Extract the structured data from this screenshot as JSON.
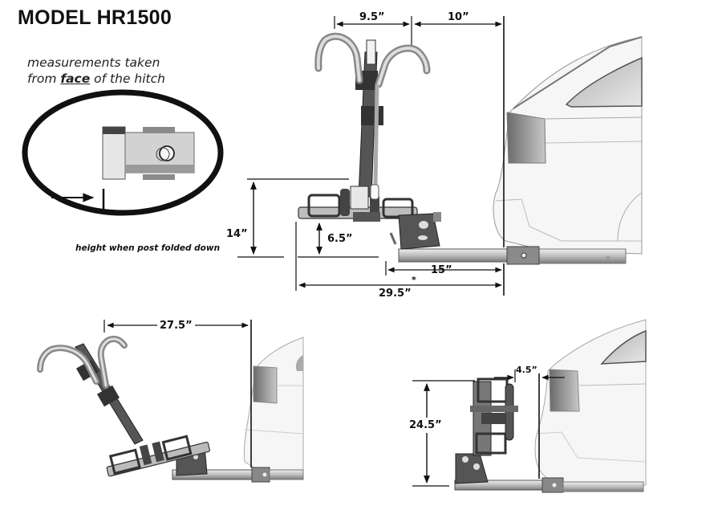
{
  "title": "MODEL HR1500",
  "note": {
    "line1": "measurements taken",
    "line2_prefix": "from ",
    "line2_emphasis": "face",
    "line2_suffix": " of the hitch"
  },
  "views": {
    "upright": {
      "dimensions": {
        "hook_spacing": "9.5”",
        "hook_to_vehicle": "10”",
        "folded_height": "14”",
        "folded_height_note": "height when post folded down",
        "tray_clearance": "6.5”",
        "hitch_extension": "15”",
        "total_length": "29.5”",
        "total_length_marker": "*"
      }
    },
    "tilted": {
      "dimensions": {
        "tilt_clearance": "27.5”"
      }
    },
    "folded_up": {
      "dimensions": {
        "vehicle_gap": "4.5”",
        "folded_height": "24.5”"
      }
    }
  },
  "colors": {
    "line": "#111111",
    "metal_light": "#d8d8d8",
    "metal_mid": "#9a9a9a",
    "metal_dark": "#3a3a3a",
    "car_fill": "#f2f2f2",
    "car_shade": "#8a8a8a"
  }
}
